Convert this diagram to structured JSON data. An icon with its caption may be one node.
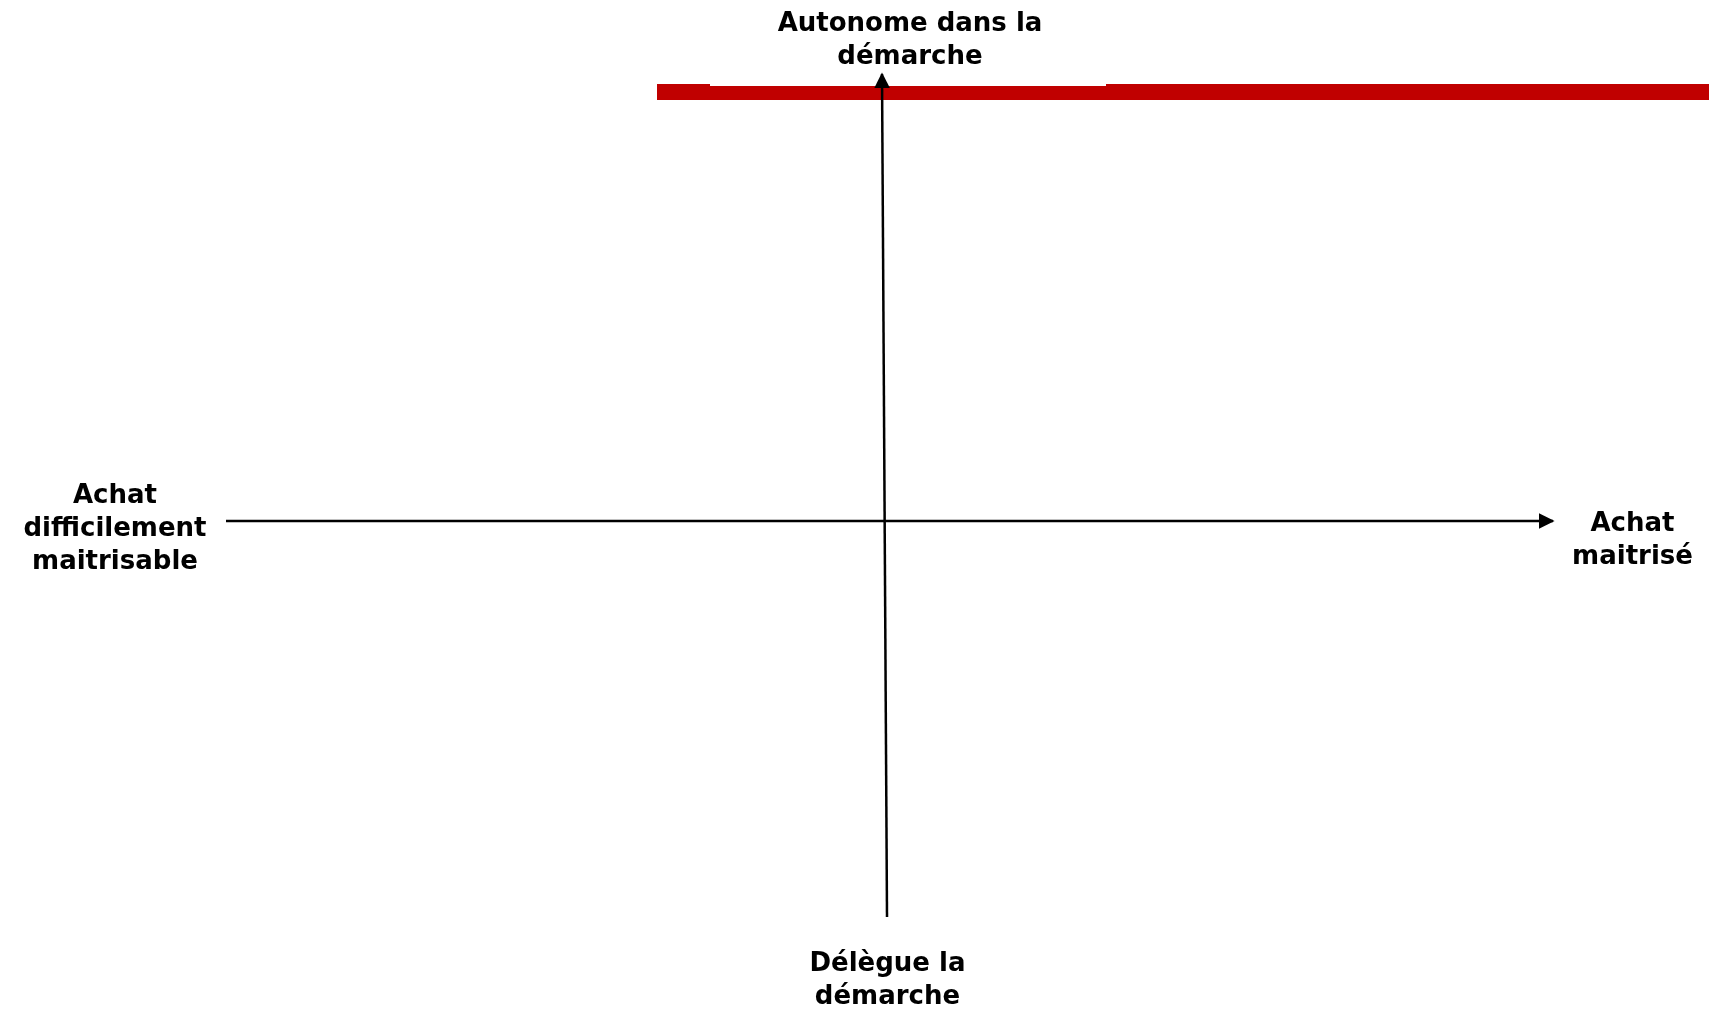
{
  "diagram": {
    "labels": [
      "Autonome dans la démarche",
      "Achat difficilement maitrisable",
      "Achat maitrisé",
      "Délègue la démarche"
    ]
  }
}
